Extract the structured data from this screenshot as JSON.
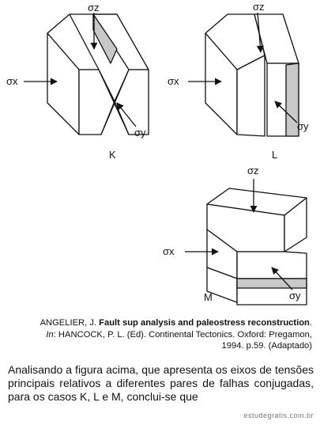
{
  "figure": {
    "labels": {
      "sigma_x": "σx",
      "sigma_y": "σy",
      "sigma_z": "σz",
      "case_k": "K",
      "case_l": "L",
      "case_m": "M"
    }
  },
  "caption": {
    "author": "ANGELIER, J.",
    "title": "Fault sup analysis and paleostress reconstruction",
    "in_label": "In",
    "in_text": ": HANCOCK, P. L. (Ed). Continental Tectonics. Oxford: Pregamon,",
    "publication": "1994. p.59. (Adaptado)"
  },
  "question": {
    "text": "Analisando a figura acima, que apresenta os eixos de tensões principais relativos a diferentes pares de falhas conjugadas, para os casos K, L e M, conclui-se que"
  },
  "watermark": "estudegratis.com.br",
  "colors": {
    "shade": "#c8c8c8",
    "ink": "#111111"
  }
}
